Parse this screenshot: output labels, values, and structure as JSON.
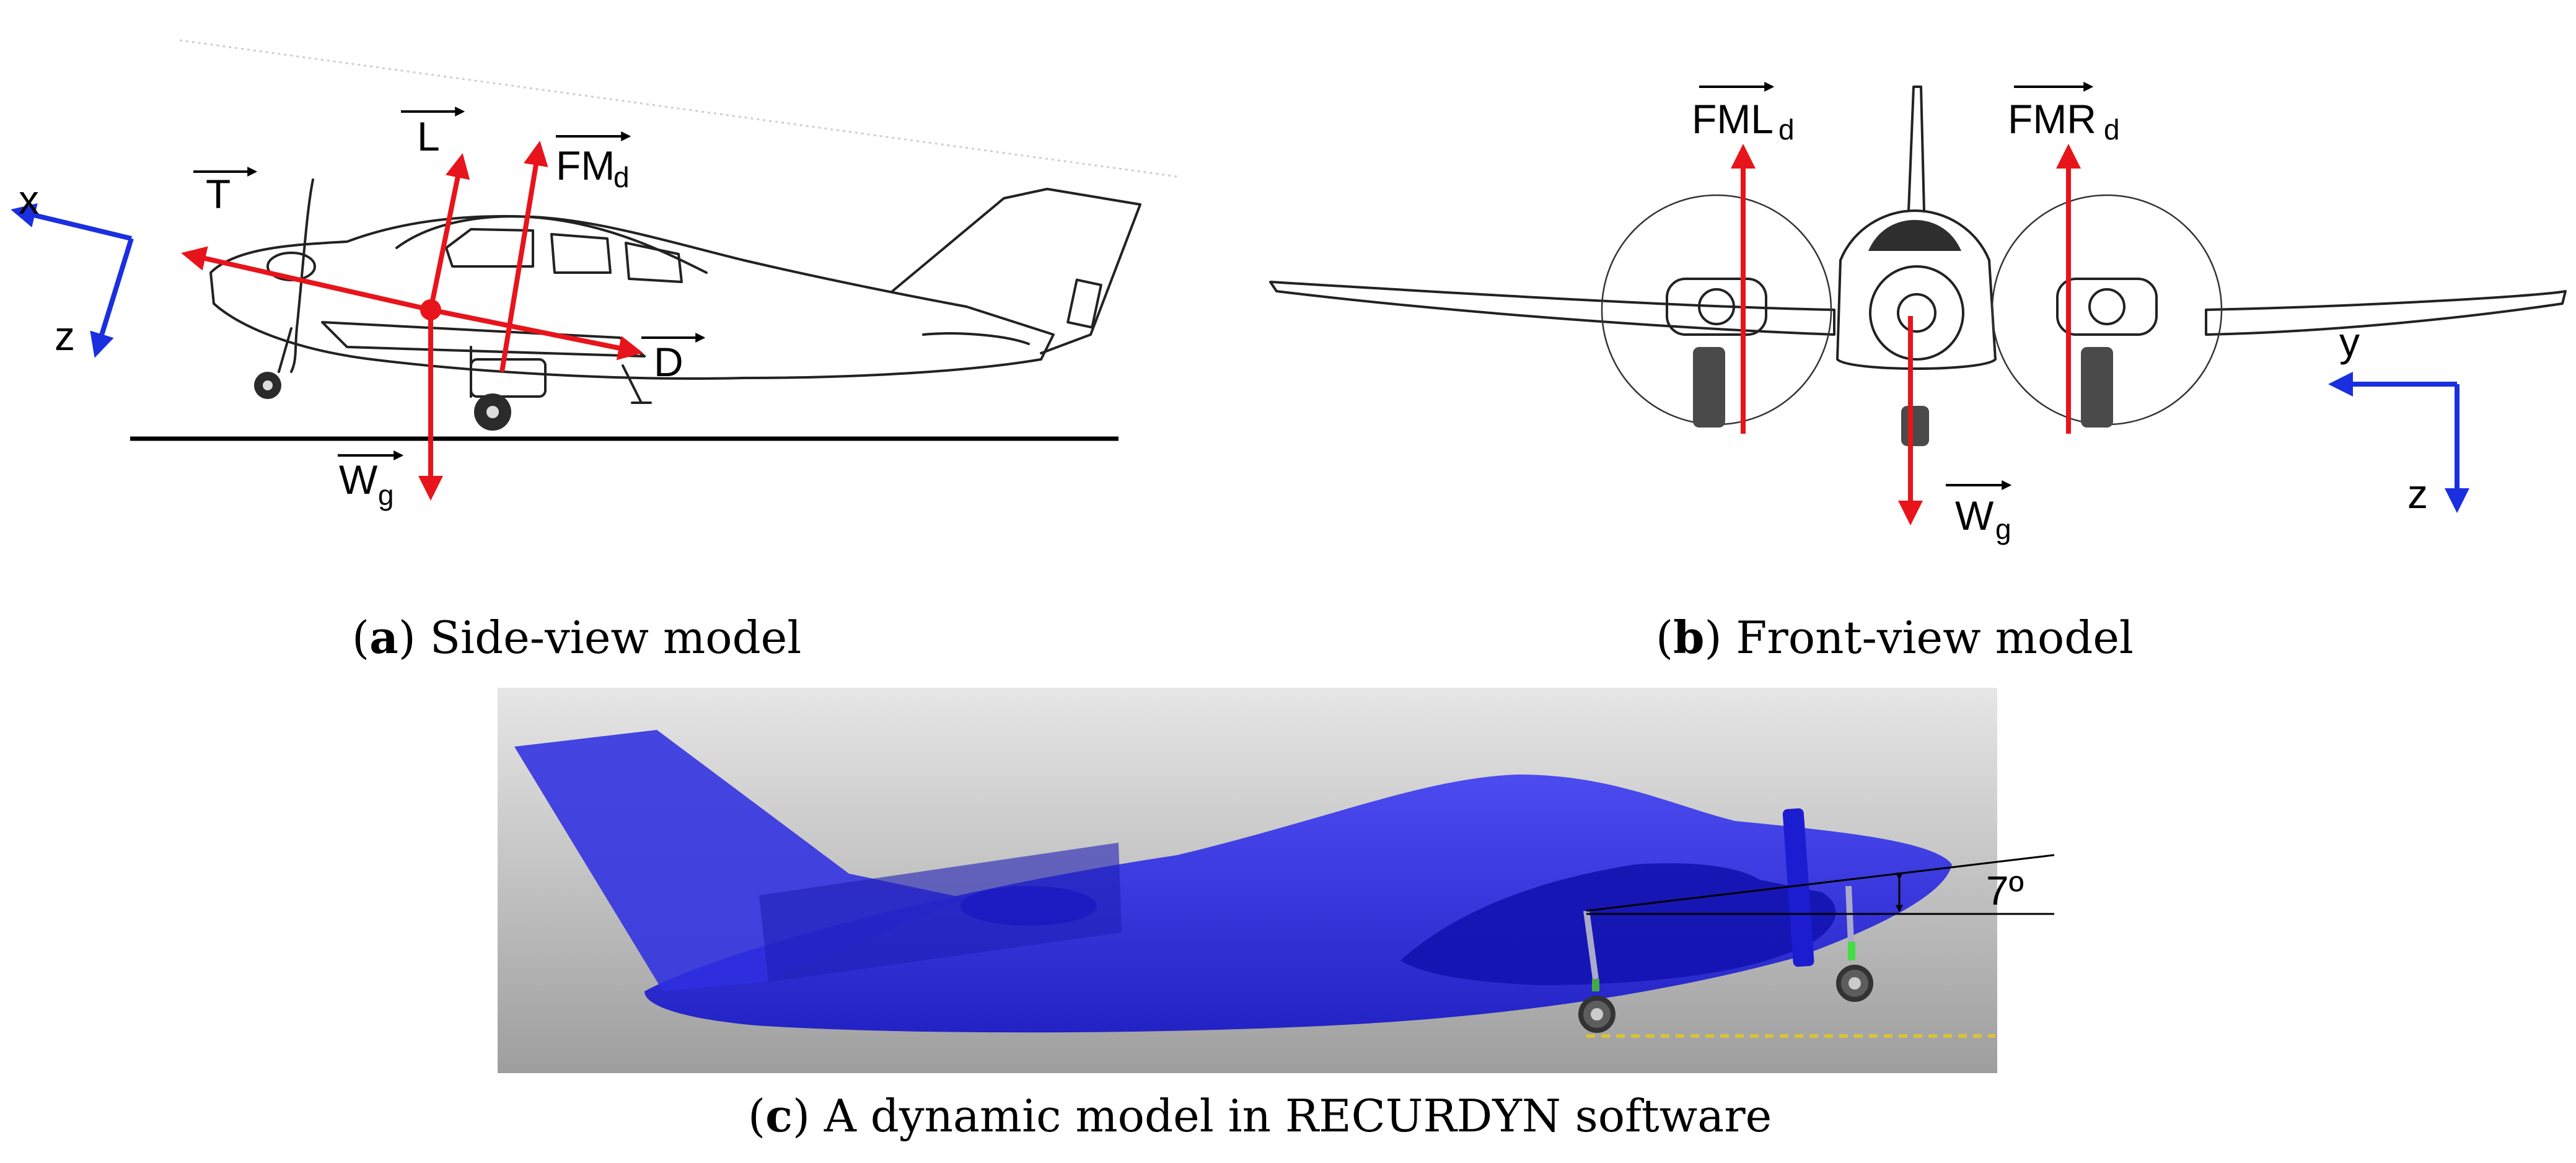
{
  "panels": {
    "a": {
      "caption_letter": "a",
      "caption_text": "Side-view model",
      "axes": {
        "x": "x",
        "z": "z"
      },
      "forces": {
        "T": {
          "main": "T",
          "sub": ""
        },
        "L": {
          "main": "L",
          "sub": ""
        },
        "FM": {
          "main": "FM",
          "sub": "d"
        },
        "D": {
          "main": "D",
          "sub": ""
        },
        "W": {
          "main": "W",
          "sub": "g"
        }
      }
    },
    "b": {
      "caption_letter": "b",
      "caption_text": "Front-view model",
      "axes": {
        "y": "y",
        "z": "z"
      },
      "forces": {
        "FML": {
          "main": "FML",
          "sub": "d"
        },
        "FMR": {
          "main": "FMR",
          "sub": "d"
        },
        "W": {
          "main": "W",
          "sub": "g"
        }
      }
    },
    "c": {
      "caption_letter": "c",
      "caption_text": "A dynamic model in RECURDYN software",
      "angle_label": "7º"
    }
  },
  "colors": {
    "force": "#e8141b",
    "axis": "#1a2fe0",
    "model_body": "#2a2ae6",
    "background_top": "#e6e6e6",
    "background_bottom": "#9e9e9e"
  }
}
